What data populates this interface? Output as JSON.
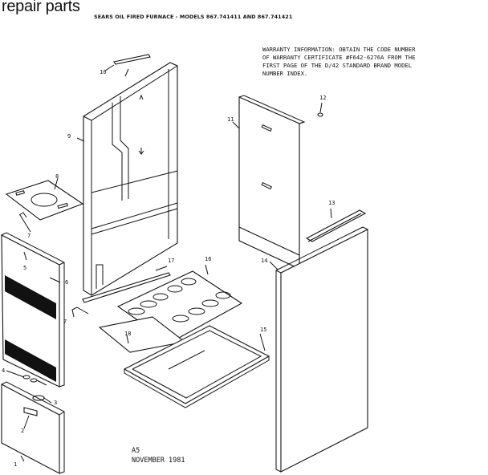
{
  "header": {
    "title": "repair parts",
    "subtitle": "SEARS OIL FIRED FURNACE - MODELS 867.741411 AND 867.741421"
  },
  "warranty": {
    "lines": [
      "WARRANTY INFORMATION: OBTAIN THE CODE NUMBER",
      "OF WARRANTY CERTIFICATE #F642-6276A FROM THE",
      "FIRST PAGE OF THE D/42 STANDARD BRAND MODEL",
      "NUMBER INDEX."
    ]
  },
  "footer": {
    "page_code": "A5",
    "date": "NOVEMBER 1981"
  },
  "callouts": {
    "c1": "1",
    "c2": "2",
    "c3": "3",
    "c4": "4",
    "c5": "5",
    "c6": "6",
    "c7a": "7",
    "c7b": "7",
    "c8": "8",
    "c9": "9",
    "c10": "10",
    "c11": "11",
    "c12": "12",
    "c13": "13",
    "c14": "14",
    "c15": "15",
    "c16": "16",
    "c17": "17",
    "c18": "18"
  }
}
